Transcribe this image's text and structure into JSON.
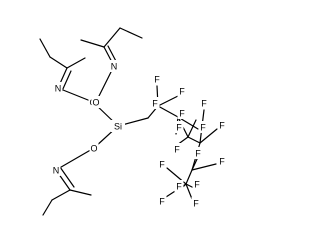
{
  "molecule": {
    "atoms": {
      "si": "Si",
      "o": "O",
      "n": "N",
      "f": "F"
    }
  }
}
